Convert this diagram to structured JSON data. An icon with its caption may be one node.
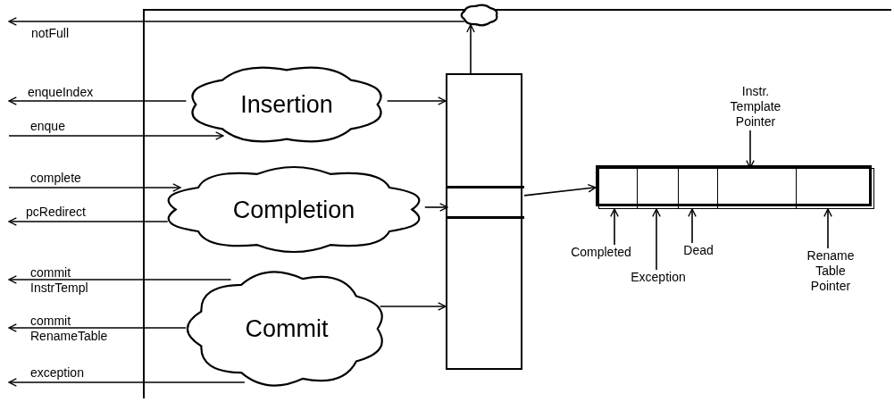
{
  "diagram": {
    "nodes": [
      {
        "text": [],
        "shape": "box"
      },
      {
        "text": [],
        "shape": "cloud"
      },
      {
        "text": [
          "Insertion"
        ],
        "in": 0
      },
      {
        "text": [
          "Completion"
        ],
        "in": 0
      },
      {
        "text": [
          "Commit"
        ],
        "in": 0
      },
      {
        "text": [],
        "shape": "box",
        "in": 0
      },
      {
        "text": [],
        "shape": "box",
        "in": 5
      },
      {
        "text": [],
        "shape": "box",
        "in": 0
      },
      {
        "text": [],
        "shape": "box",
        "in": 7
      },
      {
        "text": [],
        "shape": "box",
        "in": 7
      },
      {
        "text": [],
        "shape": "box",
        "in": 7
      },
      {
        "text": [],
        "shape": "box",
        "in": 7
      },
      {
        "text": [],
        "shape": "box",
        "in": 7
      },
      {
        "text": [
          "Instr. Template Pointer"
        ],
        "in": 0
      },
      {
        "text": [
          "Completed"
        ],
        "in": 0
      },
      {
        "text": [
          "Exception"
        ],
        "in": 0
      },
      {
        "text": [
          "Dead"
        ],
        "in": 0
      },
      {
        "text": [
          "Rename Table Pointer"
        ],
        "in": 0
      }
    ],
    "edges": [
      {
        "from": 1,
        "to": null,
        "arrow": "to",
        "label": "notFull"
      },
      {
        "from": 5,
        "to": 1,
        "arrow": "to"
      },
      {
        "from": 2,
        "to": null,
        "arrow": "to",
        "label": "enqueIndex"
      },
      {
        "from": null,
        "to": 2,
        "arrow": "to",
        "label": "enque"
      },
      {
        "from": 2,
        "to": 5,
        "arrow": "to"
      },
      {
        "from": null,
        "to": 3,
        "arrow": "to",
        "label": "complete"
      },
      {
        "from": 3,
        "to": null,
        "arrow": "to",
        "label": "pcRedirect"
      },
      {
        "from": 3,
        "to": 6,
        "arrow": "to"
      },
      {
        "from": 4,
        "to": null,
        "arrow": "to",
        "label": "commit InstrTempl"
      },
      {
        "from": 4,
        "to": null,
        "arrow": "to",
        "label": "commit RenameTable"
      },
      {
        "from": 4,
        "to": null,
        "arrow": "to",
        "label": "exception"
      },
      {
        "from": 4,
        "to": 5,
        "arrow": "to"
      },
      {
        "from": 6,
        "to": 7,
        "arrow": "to"
      },
      {
        "from": 13,
        "to": 11,
        "arrow": "to"
      },
      {
        "from": 14,
        "to": 8,
        "arrow": "to"
      },
      {
        "from": 15,
        "to": 9,
        "arrow": "to"
      },
      {
        "from": 16,
        "to": 10,
        "arrow": "to"
      },
      {
        "from": 17,
        "to": 12,
        "arrow": "to"
      }
    ]
  }
}
